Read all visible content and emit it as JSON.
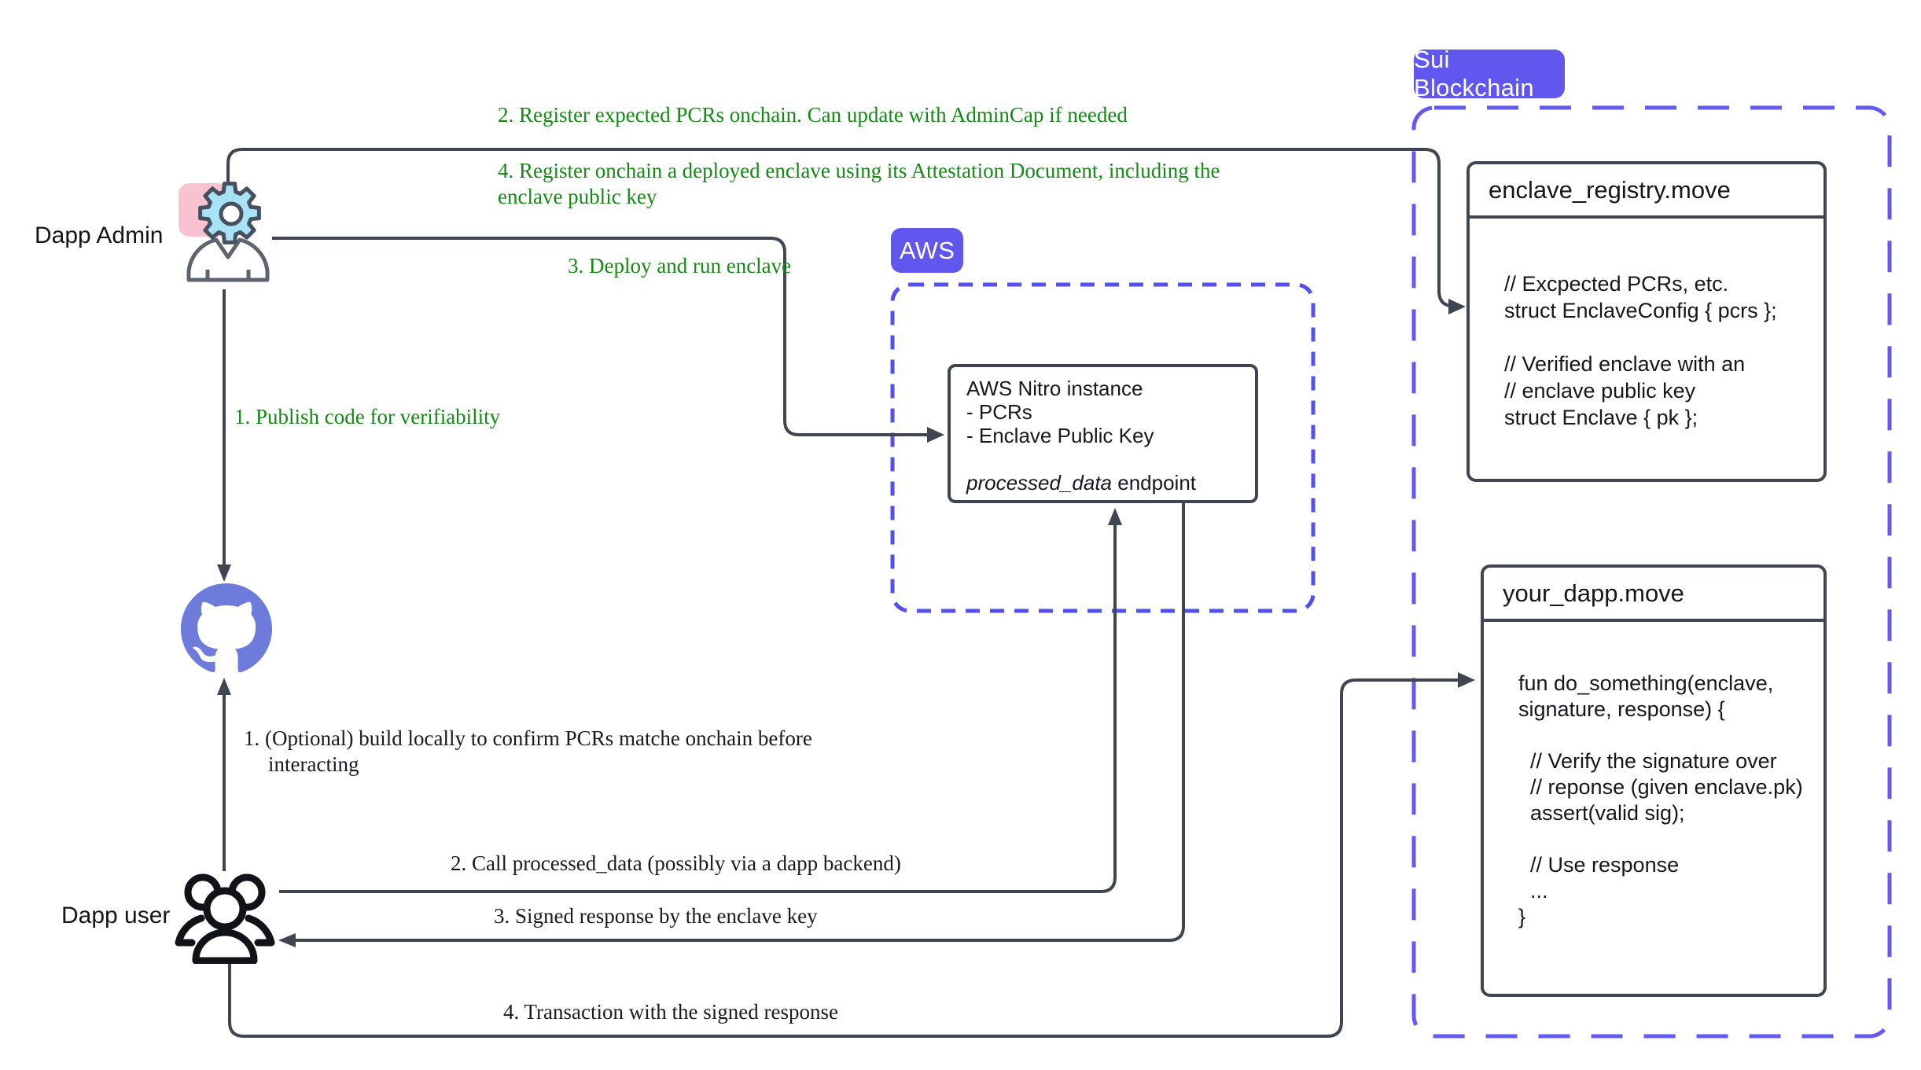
{
  "actors": {
    "admin_label": "Dapp Admin",
    "user_label": "Dapp user"
  },
  "annotations": {
    "publish_code": "1. Publish code for verifiability",
    "register_pcrs": "2. Register expected PCRs onchain. Can update with AdminCap if needed",
    "deploy_enclave": "3. Deploy and run enclave",
    "register_enclave": "4. Register onchain a deployed enclave using its Attestation Document, including the enclave public key",
    "build_locally_line1": "1. (Optional) build locally to confirm PCRs matche onchain before",
    "build_locally_line2": "interacting",
    "call_endpoint": "2. Call processed_data (possibly via a dapp backend)",
    "signed_response": "3. Signed response by the enclave key",
    "transaction": "4. Transaction with the signed response"
  },
  "aws": {
    "badge": "AWS",
    "nitro": {
      "title": "AWS Nitro instance",
      "line_pcrs": "- PCRs",
      "line_key": "- Enclave Public Key",
      "endpoint_italic": "processed_data",
      "endpoint_rest": " endpoint"
    }
  },
  "sui": {
    "badge": "Sui Blockchain",
    "registry": {
      "title": "enclave_registry.move",
      "code": "// Excpected PCRs, etc.\nstruct EnclaveConfig { pcrs };\n\n// Verified enclave with an\n// enclave public key\nstruct Enclave { pk };"
    },
    "dapp": {
      "title": "your_dapp.move",
      "code": "fun do_something(enclave,\nsignature, response) {\n\n  // Verify the signature over\n  // reponse (given enclave.pk)\n  assert(valid sig);\n\n  // Use response\n  ...\n}"
    }
  },
  "colors": {
    "wire": "#3f4651",
    "green_annotation": "#148a14",
    "badge_purple": "#6157ef",
    "sui_dash": "#6459f2",
    "aws_dash": "#5450ee",
    "github_purple": "#6d7bdb",
    "gear_cyan": "#a7e2f5",
    "pink_square": "#f9c2d1"
  }
}
